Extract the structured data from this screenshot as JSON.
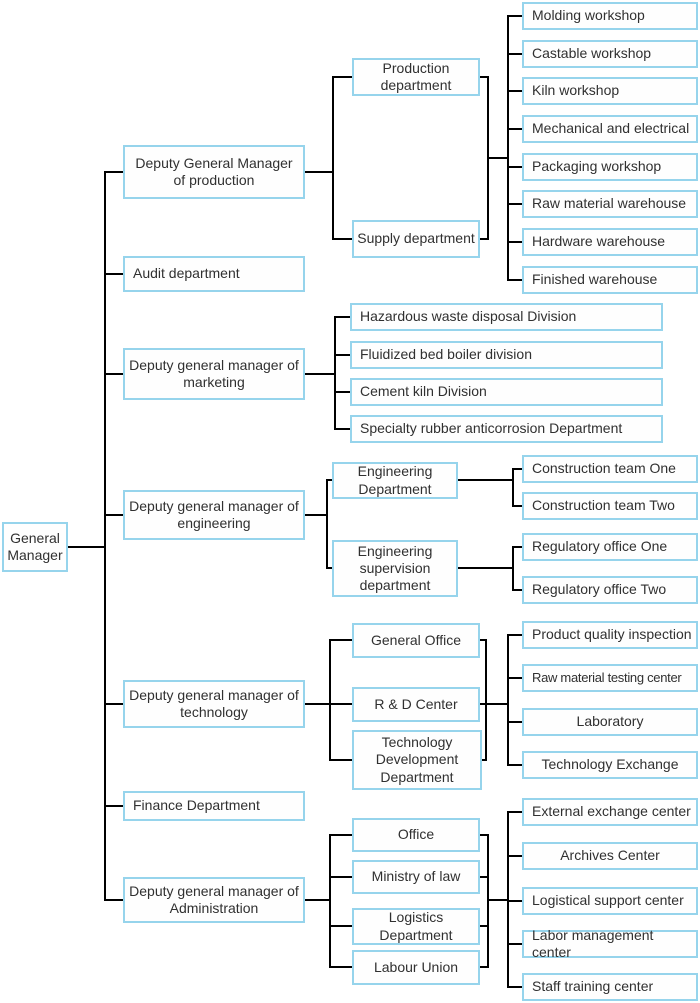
{
  "colors": {
    "box_border": "#96d4ec",
    "box_background": "#fefefe",
    "connector": "#000000",
    "text": "#303030"
  },
  "tree": {
    "label": "General Manager",
    "children": [
      {
        "label": "Deputy General Manager of production",
        "children": [
          {
            "label": "Production department"
          },
          {
            "label": "Supply department"
          }
        ],
        "shared_children": [
          {
            "label": "Molding workshop"
          },
          {
            "label": "Castable workshop"
          },
          {
            "label": "Kiln workshop"
          },
          {
            "label": "Mechanical and electrical"
          },
          {
            "label": "Packaging workshop"
          },
          {
            "label": "Raw material warehouse"
          },
          {
            "label": "Hardware warehouse"
          },
          {
            "label": "Finished warehouse"
          }
        ]
      },
      {
        "label": "Audit department"
      },
      {
        "label": "Deputy general manager of marketing",
        "children": [
          {
            "label": "Hazardous waste disposal Division"
          },
          {
            "label": "Fluidized bed boiler division"
          },
          {
            "label": "Cement kiln Division"
          },
          {
            "label": "Specialty rubber anticorrosion Department"
          }
        ]
      },
      {
        "label": "Deputy general manager of engineering",
        "children": [
          {
            "label": "Engineering Department",
            "children": [
              {
                "label": "Construction team One"
              },
              {
                "label": "Construction team Two"
              }
            ]
          },
          {
            "label": "Engineering supervision department",
            "children": [
              {
                "label": "Regulatory office One"
              },
              {
                "label": "Regulatory office Two"
              }
            ]
          }
        ]
      },
      {
        "label": "Deputy general manager of technology",
        "children": [
          {
            "label": "General Office"
          },
          {
            "label": "R & D Center"
          },
          {
            "label": "Technology Development Department"
          }
        ],
        "shared_children": [
          {
            "label": "Product quality inspection"
          },
          {
            "label": "Raw material testing center"
          },
          {
            "label": "Laboratory"
          },
          {
            "label": "Technology Exchange"
          }
        ]
      },
      {
        "label": "Finance Department"
      },
      {
        "label": "Deputy general manager of Administration",
        "children": [
          {
            "label": "Office"
          },
          {
            "label": "Ministry of law"
          },
          {
            "label": "Logistics Department"
          },
          {
            "label": "Labour Union"
          }
        ],
        "shared_children": [
          {
            "label": "External exchange center"
          },
          {
            "label": "Archives Center"
          },
          {
            "label": "Logistical support center"
          },
          {
            "label": "Labor management center"
          },
          {
            "label": "Staff training center"
          }
        ]
      }
    ]
  }
}
